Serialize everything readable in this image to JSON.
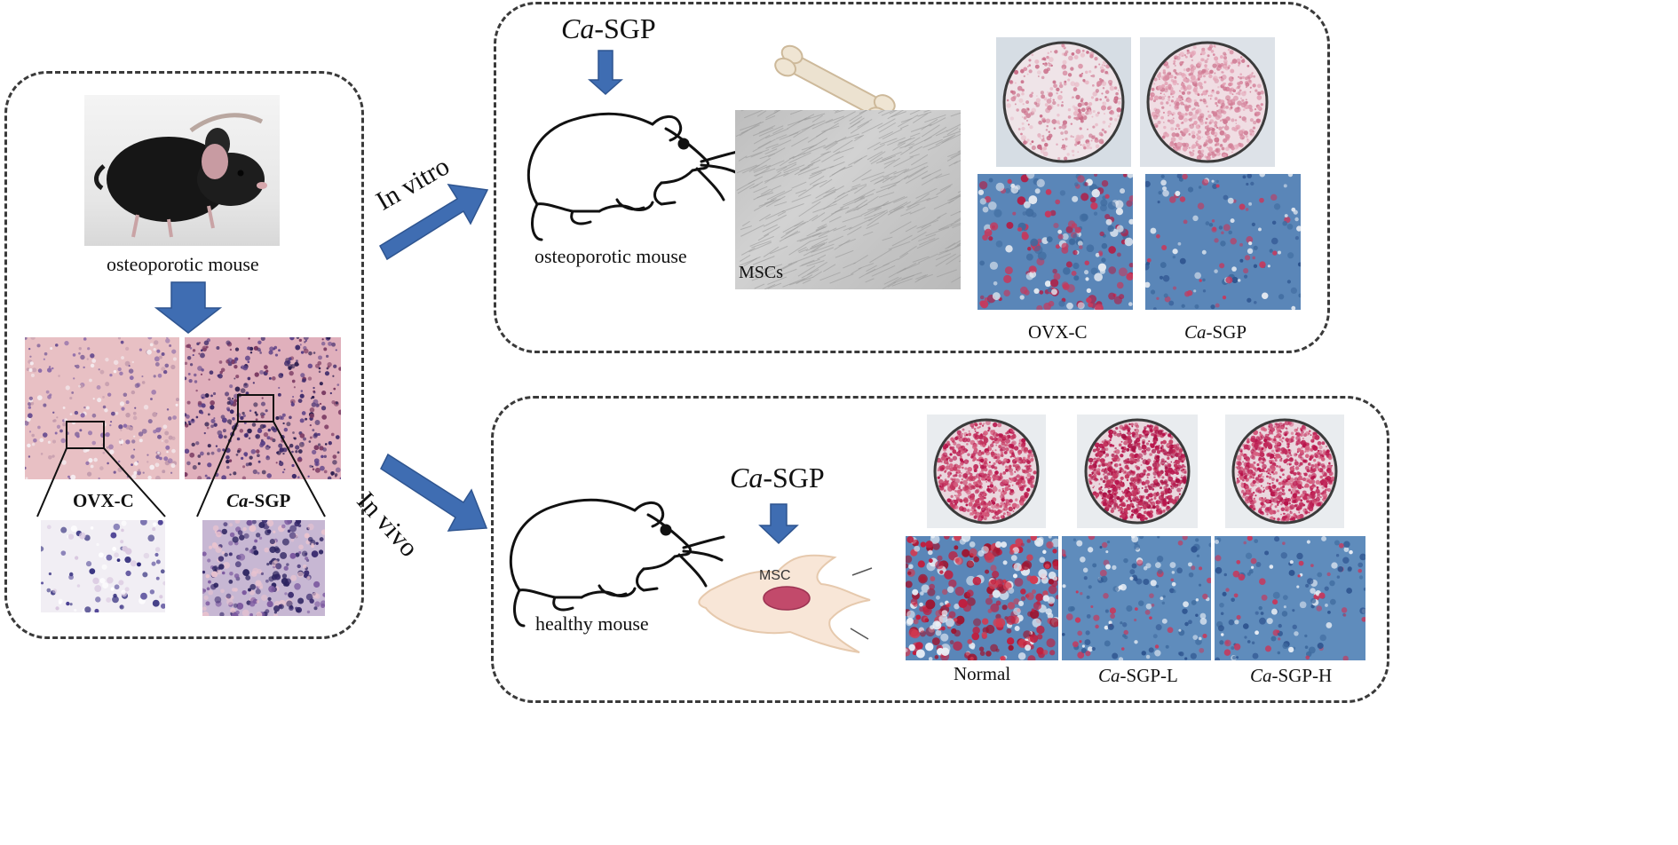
{
  "left_panel": {
    "mouse_caption": "osteoporotic mouse",
    "histology": [
      {
        "name_bold_italic": "",
        "name_bold": "OVX-C"
      },
      {
        "name_bold_italic": "Ca",
        "name_bold": "-SGP"
      }
    ]
  },
  "arrows": {
    "in_vitro": "In vitro",
    "in_vivo": "In vivo"
  },
  "top_panel": {
    "treatment_italic": "Ca",
    "treatment_rest": "-SGP",
    "mouse_caption": "osteoporotic  mouse",
    "cells_label": "MSCs",
    "results": [
      {
        "italic": "",
        "rest": "OVX-C"
      },
      {
        "italic": "Ca",
        "rest": "-SGP"
      }
    ]
  },
  "bottom_panel": {
    "mouse_caption": "healthy  mouse",
    "treatment_italic": "Ca",
    "treatment_rest": "-SGP",
    "cell_label": "MSC",
    "results": [
      {
        "italic": "",
        "rest": "Normal"
      },
      {
        "italic": "Ca",
        "rest": "-SGP-L"
      },
      {
        "italic": "Ca",
        "rest": "-SGP-H"
      }
    ]
  },
  "colors": {
    "arrow_blue": "#3f6db2",
    "arrow_blue_dark": "#2f5590",
    "panel_border": "#3a3a3a",
    "stain_red": "#c43a5e",
    "stain_blue": "#5a86b8",
    "he_pink": "#e6b5bd",
    "he_purple": "#5a3f86"
  }
}
